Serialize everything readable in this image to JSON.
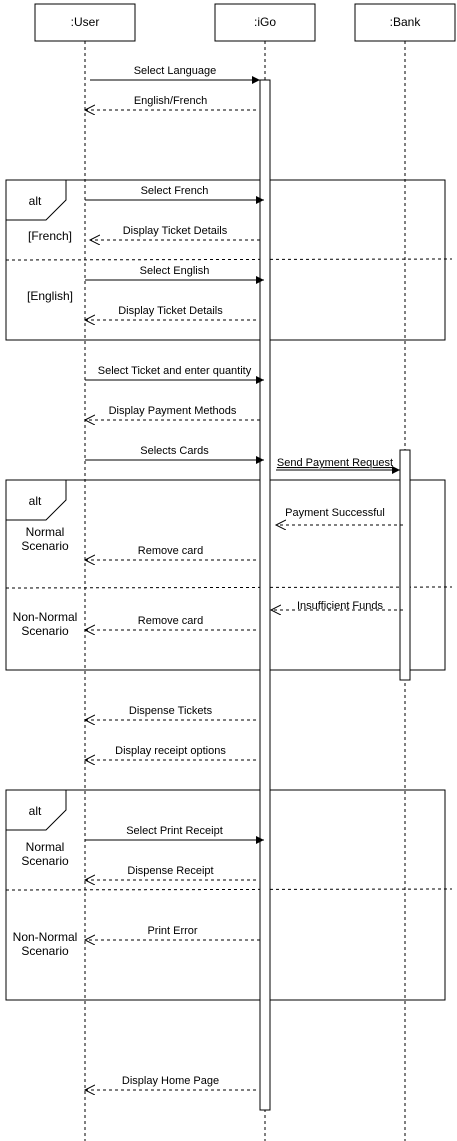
{
  "participants": [
    {
      "id": "user",
      "label": ":User"
    },
    {
      "id": "igo",
      "label": ":iGo"
    },
    {
      "id": "bank",
      "label": ":Bank"
    }
  ],
  "messages": [
    {
      "label": "Select Language",
      "kind": "call",
      "from": "user",
      "to": "igo"
    },
    {
      "label": "English/French",
      "kind": "return",
      "from": "igo",
      "to": "user"
    },
    {
      "label": "Select French",
      "kind": "call",
      "from": "user",
      "to": "igo"
    },
    {
      "label": "Display Ticket Details",
      "kind": "return",
      "from": "igo",
      "to": "user"
    },
    {
      "label": "Select English",
      "kind": "call",
      "from": "user",
      "to": "igo"
    },
    {
      "label": "Display Ticket Details",
      "kind": "return",
      "from": "igo",
      "to": "user"
    },
    {
      "label": "Select Ticket and enter quantity",
      "kind": "call",
      "from": "user",
      "to": "igo"
    },
    {
      "label": "Display Payment Methods",
      "kind": "return",
      "from": "igo",
      "to": "user"
    },
    {
      "label": "Selects Cards",
      "kind": "call",
      "from": "user",
      "to": "igo"
    },
    {
      "label": "Send Payment Request",
      "kind": "call",
      "from": "igo",
      "to": "bank"
    },
    {
      "label": "Payment Successful",
      "kind": "return",
      "from": "bank",
      "to": "igo"
    },
    {
      "label": "Remove card",
      "kind": "return",
      "from": "igo",
      "to": "user"
    },
    {
      "label": "Insufficient Funds",
      "kind": "return",
      "from": "bank",
      "to": "igo"
    },
    {
      "label": "Remove card",
      "kind": "return",
      "from": "igo",
      "to": "user"
    },
    {
      "label": "Dispense Tickets",
      "kind": "return",
      "from": "igo",
      "to": "user"
    },
    {
      "label": "Display receipt options",
      "kind": "return",
      "from": "igo",
      "to": "user"
    },
    {
      "label": "Select Print Receipt",
      "kind": "call",
      "from": "user",
      "to": "igo"
    },
    {
      "label": "Dispense Receipt",
      "kind": "return",
      "from": "igo",
      "to": "user"
    },
    {
      "label": "Print Error",
      "kind": "return",
      "from": "igo",
      "to": "user"
    },
    {
      "label": "Display Home Page",
      "kind": "return",
      "from": "igo",
      "to": "user"
    }
  ],
  "fragments": [
    {
      "operator": "alt",
      "guards": [
        "[French]",
        "[English]"
      ]
    },
    {
      "operator": "alt",
      "guards": [
        "Normal\nScenario",
        "Non-Normal\nScenario"
      ]
    },
    {
      "operator": "alt",
      "guards": [
        "Normal\nScenario",
        "Non-Normal\nScenario"
      ]
    }
  ]
}
